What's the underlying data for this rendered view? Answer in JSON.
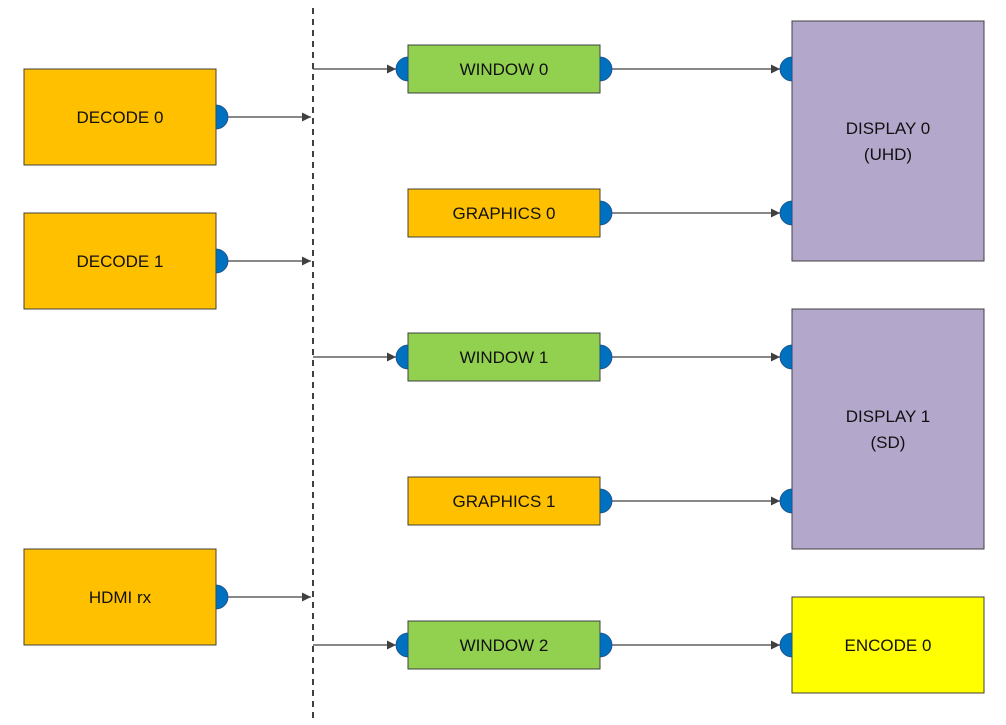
{
  "colors": {
    "orange": "#FFC000",
    "green": "#92D050",
    "purple": "#B4A7CC",
    "yellow": "#FFFF00",
    "port": "#0070C0",
    "line": "#404040"
  },
  "sources": [
    {
      "label": "DECODE 0"
    },
    {
      "label": "DECODE 1"
    },
    {
      "label": "HDMI rx"
    }
  ],
  "windows": [
    {
      "label": "WINDOW 0"
    },
    {
      "label": "WINDOW 1"
    },
    {
      "label": "WINDOW 2"
    }
  ],
  "graphics": [
    {
      "label": "GRAPHICS 0"
    },
    {
      "label": "GRAPHICS 1"
    }
  ],
  "sinks": [
    {
      "line1": "DISPLAY 0",
      "line2": "(UHD)"
    },
    {
      "line1": "DISPLAY 1",
      "line2": "(SD)"
    },
    {
      "line1": "ENCODE 0"
    }
  ]
}
